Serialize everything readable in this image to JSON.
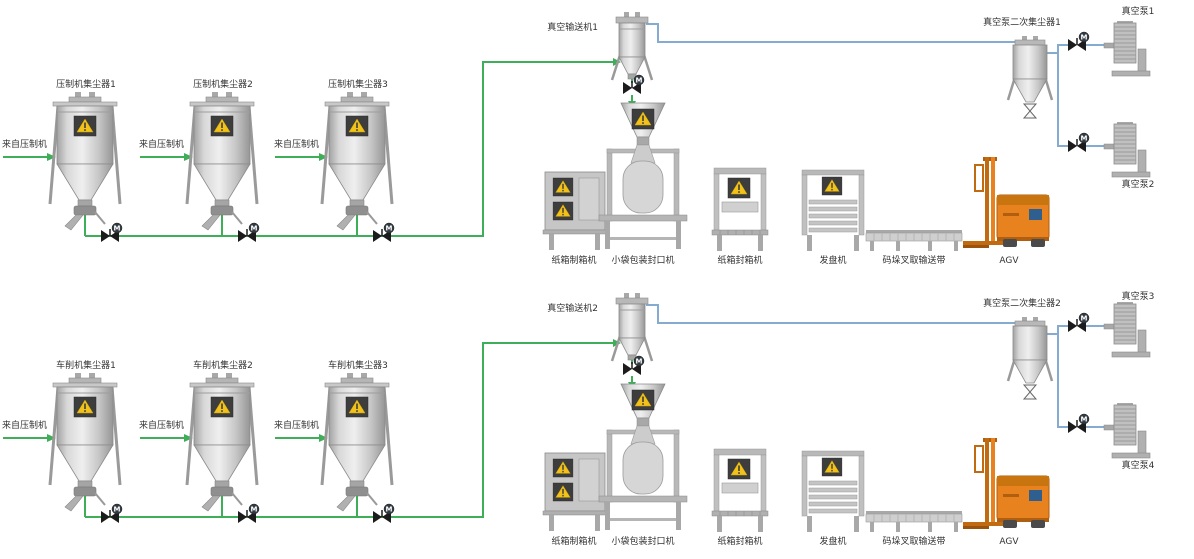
{
  "valve_motor_label": "M",
  "colors": {
    "suction_pipe_green": "#3fae58",
    "vacuum_pipe_blue": "#85abd0",
    "warning_yellow": "#f2c21a",
    "agv_orange": "#e8821e",
    "equipment_gray": "#c9c9c9"
  },
  "lines": [
    {
      "collectors": [
        {
          "label": "压制机集尘器1",
          "source": "来自压制机"
        },
        {
          "label": "压制机集尘器2",
          "source": "来自压制机"
        },
        {
          "label": "压制机集尘器3",
          "source": "来自压制机"
        }
      ],
      "conveyor": "真空输送机1",
      "secondary_collector": "真空泵二次集尘器1",
      "pumps": [
        "真空泵1",
        "真空泵2"
      ],
      "equipment": [
        "纸箱制箱机",
        "小袋包装封口机",
        "纸箱封箱机",
        "发盘机",
        "码垛叉取输送带",
        "AGV"
      ]
    },
    {
      "collectors": [
        {
          "label": "车削机集尘器1",
          "source": "来自压制机"
        },
        {
          "label": "车削机集尘器2",
          "source": "来自压制机"
        },
        {
          "label": "车削机集尘器3",
          "source": "来自压制机"
        }
      ],
      "conveyor": "真空输送机2",
      "secondary_collector": "真空泵二次集尘器2",
      "pumps": [
        "真空泵3",
        "真空泵4"
      ],
      "equipment": [
        "纸箱制箱机",
        "小袋包装封口机",
        "纸箱封箱机",
        "发盘机",
        "码垛叉取输送带",
        "AGV"
      ]
    }
  ]
}
